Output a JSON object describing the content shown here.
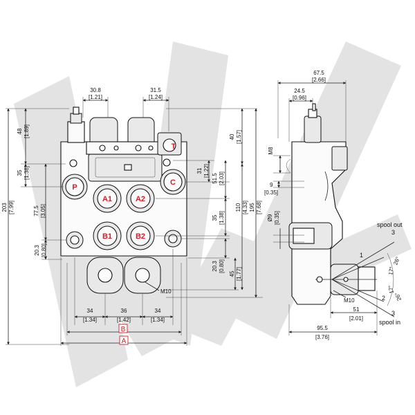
{
  "watermark": {
    "color": "#e3e3e3"
  },
  "colors": {
    "port_label": "#d0202a",
    "line": "#222222"
  },
  "front_view": {
    "ports": {
      "p": "P",
      "a1": "A1",
      "a2": "A2",
      "b1": "B1",
      "b2": "B2",
      "c": "C",
      "t": "T"
    },
    "top": {
      "d1": "30.8",
      "d1_in": "[1.21]",
      "d2": "31.5",
      "d2_in": "[1.24]"
    },
    "left": {
      "d48": "48",
      "d48_in": "[1.89]",
      "d35": "35",
      "d35_in": "[1.38]",
      "d203": "203",
      "d203_in": "[7.99]",
      "d77": "77.5",
      "d77_in": "[3.05]",
      "d20": "20.3",
      "d20_in": "[0.80]"
    },
    "right": {
      "d40": "40",
      "d40_in": "[1.57]",
      "d31": "31",
      "d31_in": "[1.22]",
      "d51": "51.5",
      "d51_in": "[2.03]",
      "d35": "35",
      "d35_in": "[1.38]",
      "d110": "110",
      "d110_in": "[4.33]",
      "d195": "195",
      "d195_in": "[7.68]",
      "d20": "20.3",
      "d20_in": "[0.80]",
      "d45": "45",
      "d45_in": "[1.77]"
    },
    "thread": "M10",
    "bottom": {
      "d34a": "34",
      "d34a_in": "[1.34]",
      "d36": "36",
      "d36_in": "[1.42]",
      "d34b": "34",
      "d34b_in": "[1.34]",
      "label_b": "B",
      "label_a": "A"
    }
  },
  "side_view": {
    "top": {
      "d67": "67.5",
      "d67_in": "[2.66]",
      "d24": "24.5",
      "d24_in": "[0.96]"
    },
    "thread_m8": "M8",
    "d9": "9",
    "d9_in": "[0.35]",
    "dia9": "Ø9",
    "dia9_in": "[0.35]",
    "thread_m10": "M10",
    "d51": "51",
    "d51_in": "[2.01]",
    "d95": "95.5",
    "d95_in": "[3.76]",
    "lever": {
      "spool_out": "spool out",
      "spool_in": "spool in",
      "pos1": "1",
      "pos2": "2",
      "pos3_top": "3",
      "pos3_bottom": "3",
      "ang26a": "26°",
      "ang17a": "17°",
      "ang17b": "17°",
      "ang26b": "26°"
    }
  }
}
